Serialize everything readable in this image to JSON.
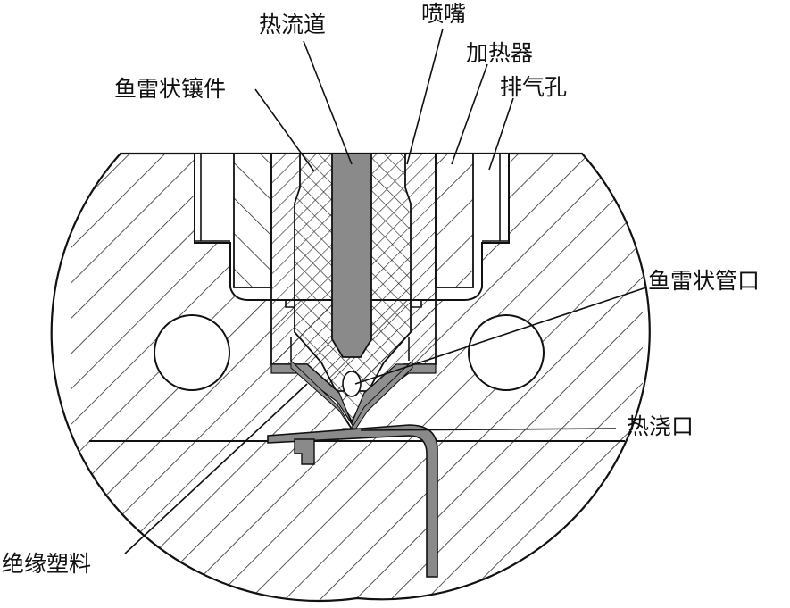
{
  "labels": {
    "hot_runner": "热流道",
    "nozzle": "喷嘴",
    "heater": "加热器",
    "vent_hole": "排气孔",
    "torpedo_insert": "鱼雷状镶件",
    "torpedo_tip": "鱼雷状管口",
    "gate": "热浇口",
    "insulating_plastic": "绝缘塑料"
  },
  "colors": {
    "line": "#111111",
    "hatch": "#2a2a2a",
    "plastic": "#8f8f8f",
    "runner": "#8a8a8a",
    "background": "#ffffff"
  }
}
